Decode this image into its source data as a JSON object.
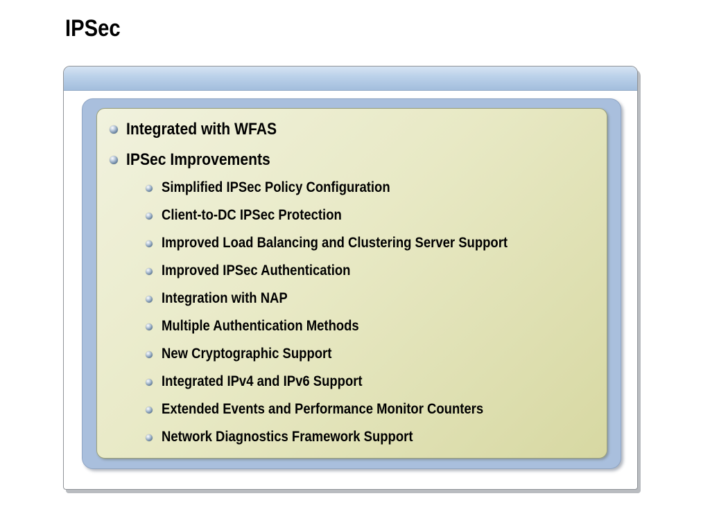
{
  "slide": {
    "title": "IPSec",
    "bullets": [
      {
        "level": 1,
        "text": "Integrated with WFAS"
      },
      {
        "level": 1,
        "text": "IPSec Improvements"
      },
      {
        "level": 2,
        "text": "Simplified IPSec Policy Configuration"
      },
      {
        "level": 2,
        "text": "Client-to-DC IPSec Protection"
      },
      {
        "level": 2,
        "text": "Improved Load Balancing and Clustering Server Support"
      },
      {
        "level": 2,
        "text": "Improved IPSec Authentication"
      },
      {
        "level": 2,
        "text": "Integration with NAP"
      },
      {
        "level": 2,
        "text": "Multiple Authentication Methods"
      },
      {
        "level": 2,
        "text": "New Cryptographic Support"
      },
      {
        "level": 2,
        "text": "Integrated IPv4 and IPv6 Support"
      },
      {
        "level": 2,
        "text": "Extended Events and Performance Monitor Counters"
      },
      {
        "level": 2,
        "text": "Network Diagnostics Framework Support"
      }
    ]
  },
  "colors": {
    "header_blue": "#a3bedd",
    "panel_blue": "#a9bfdd",
    "content_beige": "#e8e9c5"
  },
  "icons": {
    "bullet": "sphere-bullet-icon"
  }
}
